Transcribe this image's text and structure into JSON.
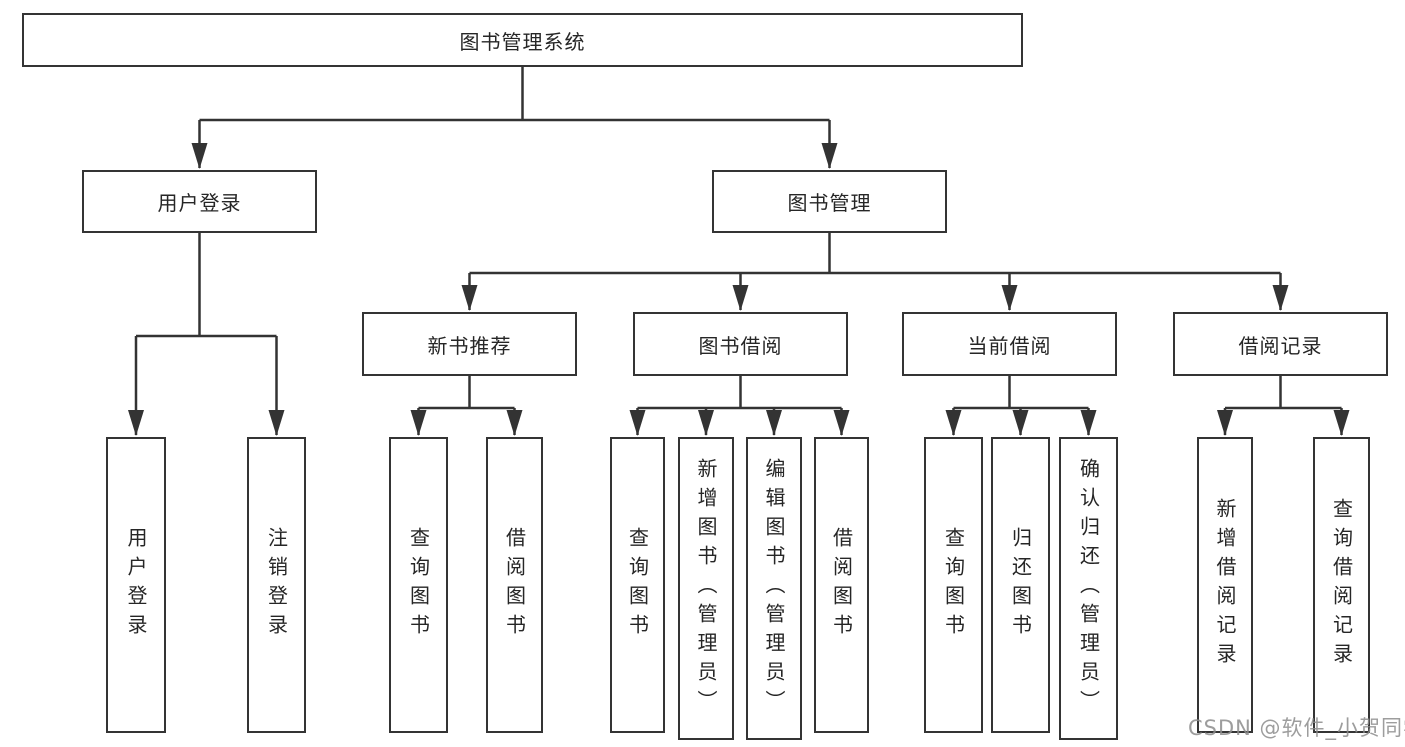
{
  "diagram": {
    "root": {
      "label": "图书管理系统"
    },
    "level2": [
      {
        "label": "用户登录"
      },
      {
        "label": "图书管理"
      }
    ],
    "level3": [
      {
        "label": "新书推荐"
      },
      {
        "label": "图书借阅"
      },
      {
        "label": "当前借阅"
      },
      {
        "label": "借阅记录"
      }
    ],
    "leaves": [
      {
        "label": "用户登录"
      },
      {
        "label": "注销登录"
      },
      {
        "label": "查询图书"
      },
      {
        "label": "借阅图书"
      },
      {
        "label": "查询图书"
      },
      {
        "label": "新增图书（管理员）"
      },
      {
        "label": "编辑图书（管理员）"
      },
      {
        "label": "借阅图书"
      },
      {
        "label": "查询图书"
      },
      {
        "label": "归还图书"
      },
      {
        "label": "确认归还（管理员）"
      },
      {
        "label": "新增借阅记录"
      },
      {
        "label": "查询借阅记录"
      }
    ],
    "watermark": "CSDN @软件_小贺同学",
    "colors": {
      "line": "#333333",
      "border": "#343434",
      "text": "#262626",
      "watermark": "#8c8c8c",
      "background": "#ffffff"
    }
  }
}
